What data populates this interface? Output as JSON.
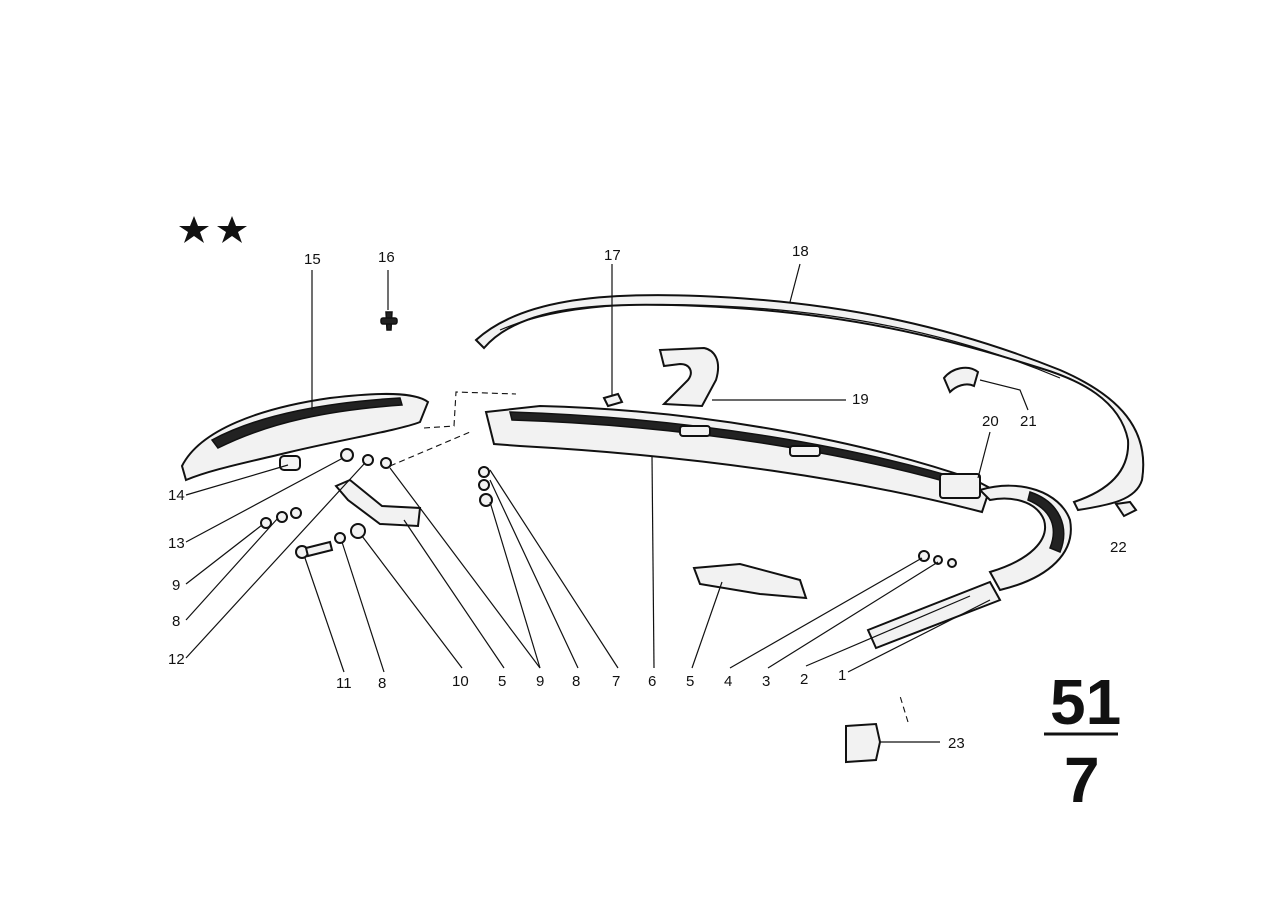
{
  "diagram": {
    "section": {
      "group": "51",
      "subgroup": "7"
    },
    "marker": "★★",
    "callouts": [
      "1",
      "2",
      "3",
      "4",
      "5",
      "5",
      "6",
      "7",
      "8",
      "8",
      "8",
      "9",
      "9",
      "10",
      "11",
      "12",
      "13",
      "14",
      "15",
      "16",
      "17",
      "18",
      "19",
      "20",
      "21",
      "22",
      "23"
    ]
  }
}
